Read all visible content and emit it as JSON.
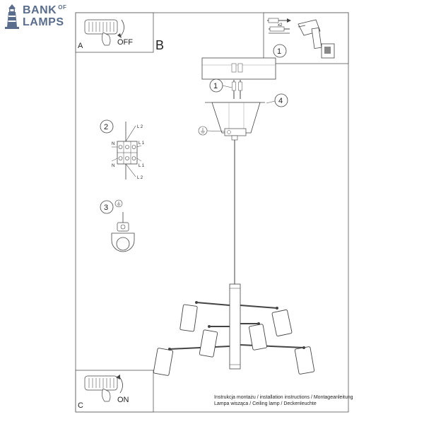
{
  "brand": {
    "line1": "BANK",
    "line1_small": "OF",
    "line2": "LAMPS",
    "color": "#5a6d8c"
  },
  "panels": {
    "a_letter": "A",
    "a_action": "OFF",
    "b_letter": "B",
    "c_letter": "C",
    "c_action": "ON",
    "kit_qty": "x2"
  },
  "callouts": {
    "step1": "1",
    "step1_top": "1",
    "step2": "2",
    "step3": "3",
    "step4": "4"
  },
  "wiring": {
    "l2_top": "L 2",
    "n_top": "N",
    "l1_top": "L 1",
    "n_bottom": "N",
    "l1_bottom": "L 1",
    "l2_bottom": "L 2"
  },
  "caption": {
    "line1": "Instrukcja montażu / installation instructions / Montageanleitung",
    "line2": "Lampa wisząca / Ceiling lamp / Deckenleuchte"
  },
  "icons": [
    "lighthouse-icon",
    "switch-off-icon",
    "switch-on-icon",
    "drill-icon",
    "ground-icon"
  ]
}
